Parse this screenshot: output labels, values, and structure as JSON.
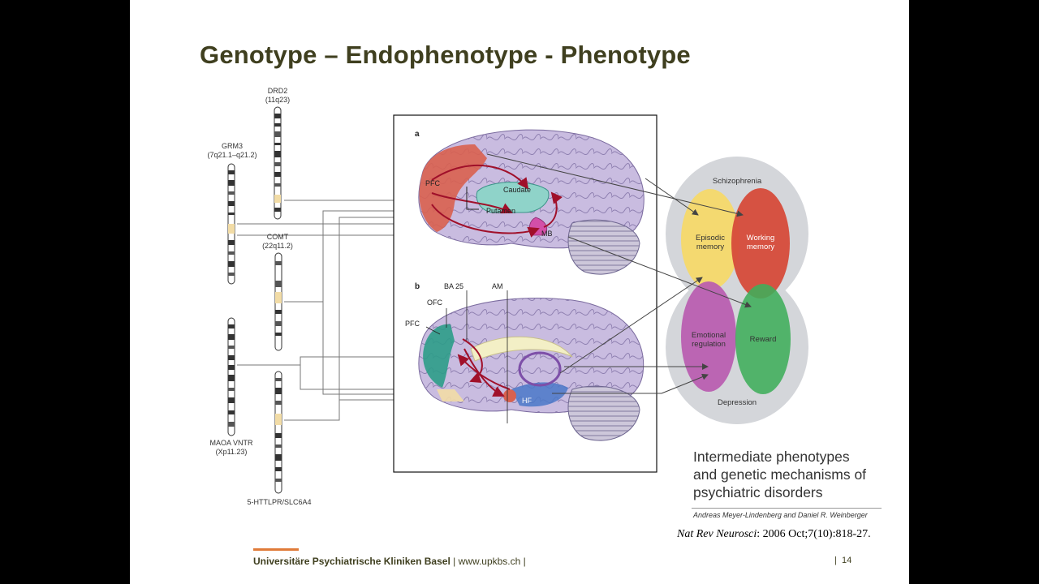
{
  "slide_title": "Genotype – Endophenotype - Phenotype",
  "genes": {
    "drd2_name": "DRD2",
    "drd2_loc": "(11q23)",
    "grm3_name": "GRM3",
    "grm3_loc": "(7q21.1–q21.2)",
    "comt_name": "COMT",
    "comt_loc": "(22q11.2)",
    "maoa_name": "MAOA VNTR",
    "maoa_loc": "(Xp11.23)",
    "httlpr_name": "5-HTTLPR/SLC6A4"
  },
  "brain_a": {
    "panel": "a",
    "pfc": "PFC",
    "caudate": "Caudate",
    "putamen": "Putamen",
    "mb": "MB"
  },
  "brain_b": {
    "panel": "b",
    "ba25": "BA 25",
    "am": "AM",
    "ofc": "OFC",
    "pfc": "PFC",
    "hf": "HF"
  },
  "venn": {
    "top_label": "Schizophrenia",
    "bottom_label": "Depression",
    "episodic": [
      "Episodic",
      "memory"
    ],
    "working": [
      "Working",
      "memory"
    ],
    "emotional": [
      "Emotional",
      "regulation"
    ],
    "reward": "Reward"
  },
  "publication": {
    "title_lines": [
      "Intermediate phenotypes",
      "and genetic mechanisms of",
      "psychiatric disorders"
    ],
    "authors": "Andreas Meyer-Lindenberg and Daniel R. Weinberger",
    "citation_journal": "Nat Rev Neurosci",
    "citation_rest": ": 2006 Oct;7(10):818-27."
  },
  "footer": {
    "institution": "Universitäre Psychiatrische Kliniken Basel",
    "separator": "|",
    "url": "www.upkbs.ch",
    "page_separator": "|",
    "page_number": "14"
  },
  "colors": {
    "title": "#3f3f1f",
    "brain": "#c9bce0",
    "pfc_red": "#d9614f",
    "arrow_red": "#a0102a",
    "venn_yellow": "#f5d96a",
    "venn_red": "#d64b3a",
    "venn_magenta": "#b85bb0",
    "venn_green": "#3fae5a",
    "venn_bg": "#d4d6da",
    "footer_accent": "#e07b39"
  }
}
